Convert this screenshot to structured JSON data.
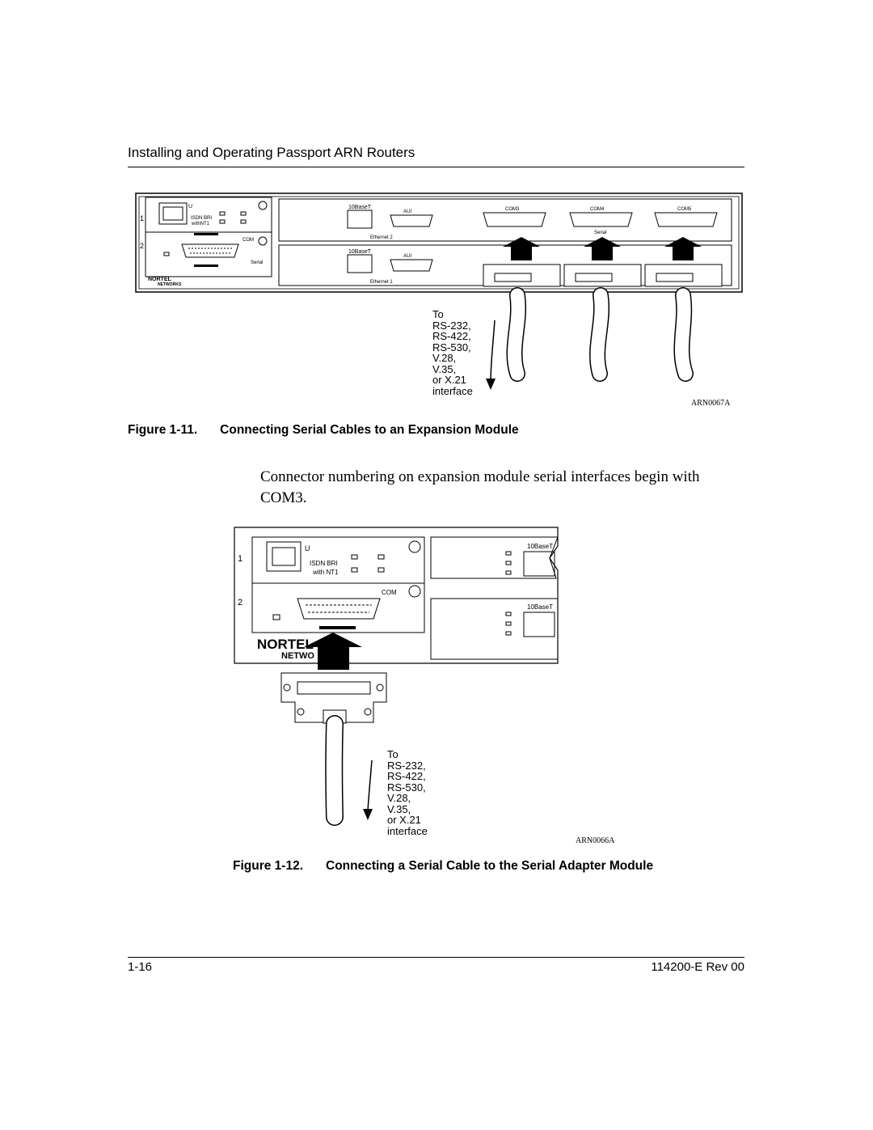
{
  "header": {
    "title": "Installing and Operating Passport ARN Routers"
  },
  "figure11": {
    "number": "Figure 1-11.",
    "title": "Connecting Serial Cables to an Expansion Module",
    "ref_code": "ARN0067A",
    "callout": [
      "To",
      "RS-232,",
      "RS-422,",
      "RS-530,",
      "V.28,",
      "V.35,",
      "or X.21",
      "interface"
    ],
    "panel_labels": {
      "slot1": "1",
      "slot2": "2",
      "u": "U",
      "isdn_bri": "ISDN BRI",
      "with_nt1": "withNT1",
      "com": "COM",
      "serial_small": "Serial",
      "brand_top": "NORTEL",
      "brand_bottom": "NETWORKS",
      "tenbaset": "10BaseT",
      "aui": "AUI",
      "ethernet2": "Ethernet 2",
      "ethernet1": "Ethernet 1",
      "com3": "COM3",
      "com4": "COM4",
      "com5": "COM5",
      "serial": "Serial"
    }
  },
  "body": {
    "paragraph": "Connector numbering on expansion module serial interfaces begin with COM3."
  },
  "figure12": {
    "number": "Figure 1-12.",
    "title": "Connecting a Serial Cable to the Serial Adapter Module",
    "ref_code": "ARN0066A",
    "callout": [
      "To",
      "RS-232,",
      "RS-422,",
      "RS-530,",
      "V.28,",
      "V.35,",
      "or X.21",
      "interface"
    ],
    "panel_labels": {
      "slot1": "1",
      "slot2": "2",
      "u": "U",
      "isdn_bri": "ISDN BRI",
      "with_nt1": "with NT1",
      "com": "COM",
      "brand_top": "NORTEL",
      "brand_bottom": "NETWO",
      "tenbaset": "10BaseT"
    }
  },
  "footer": {
    "page_number": "1-16",
    "doc_id": "114200-E Rev 00"
  }
}
